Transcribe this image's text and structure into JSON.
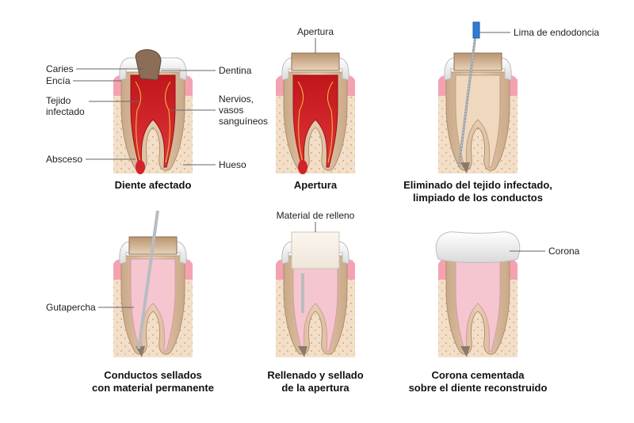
{
  "panels": [
    {
      "caption": [
        "Diente afectado"
      ],
      "labels": {
        "caries": "Caries",
        "encia": "Encía",
        "tejido_1": "Tejido",
        "tejido_2": "infectado",
        "absceso": "Absceso",
        "dentina": "Dentina",
        "nervios_1": "Nervios,",
        "nervios_2": "vasos",
        "nervios_3": "sanguíneos",
        "hueso": "Hueso"
      }
    },
    {
      "caption": [
        "Apertura"
      ],
      "labels": {
        "apertura": "Apertura"
      }
    },
    {
      "caption": [
        "Eliminado del tejido infectado,",
        "limpiado de los conductos"
      ],
      "labels": {
        "lima": "Lima de endodoncia"
      }
    },
    {
      "caption": [
        "Conductos sellados",
        "con material permanente"
      ],
      "labels": {
        "gutapercha": "Gutapercha"
      }
    },
    {
      "caption": [
        "Rellenado y sellado",
        "de la apertura"
      ],
      "labels": {
        "material": "Material de relleno"
      }
    },
    {
      "caption": [
        "Corona cementada",
        "sobre el diente reconstruido"
      ],
      "labels": {
        "corona": "Corona"
      }
    }
  ]
}
